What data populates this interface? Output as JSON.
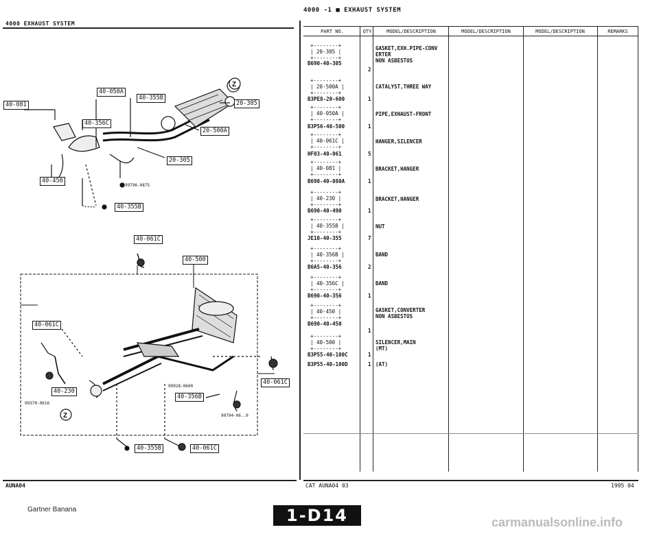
{
  "header": {
    "left_title": "4000 EXHAUST SYSTEM",
    "right_title": "4000 -1 ■ EXHAUST SYSTEM"
  },
  "diagram": {
    "callouts": {
      "c40_050A": "40-050A",
      "c40_355B_top": "40-355B",
      "c20_305_right": "20-305",
      "c20_500A": "20-500A",
      "c40_081": "40-081",
      "c40_356C": "40-356C",
      "c20_305_low": "20-305",
      "c40_450": "40-450",
      "c40_355B_mid": "40-355B",
      "c40_061C_top": "40-061C",
      "c40_500": "40-500",
      "c40_061C_left": "40-061C",
      "c40_230": "40-230",
      "c40_356B": "40-356B",
      "c40_061C_right": "40-061C",
      "c40_355B_bottom": "40-355B",
      "c40_061C_bottom": "40-061C"
    },
    "part_refs": {
      "ref_9979": "99796-0875",
      "ref_9973": "99370-0616",
      "ref_9992": "99928-0600",
      "ref_9079": "90794-06..0"
    },
    "circle_z": "Z"
  },
  "table": {
    "columns": [
      "PART NO.",
      "QTY",
      "MODEL/DESCRIPTION",
      "MODEL/DESCRIPTION",
      "MODEL/DESCRIPTION",
      "REMARKS"
    ],
    "rows": [
      {
        "ref": "20-305",
        "part_no": "B690-40-305",
        "qty": "2",
        "desc": "GASKET,EXH.PIPE-CONV\nERTER\nNON ASBESTOS"
      },
      {
        "ref": "20-500A",
        "part_no": "B3PE8-20-600",
        "qty": "1",
        "desc": "CATALYST,THREE WAY"
      },
      {
        "ref": "40-050A",
        "part_no": "B3P56-40-500",
        "qty": "1",
        "desc": "PIPE,EXHAUST-FRONT"
      },
      {
        "ref": "40-061C",
        "part_no": "HF03-40-061",
        "qty": "5",
        "desc": "HANGER,SILENCER"
      },
      {
        "ref": "40-081",
        "part_no": "B690-40-080A",
        "qty": "1",
        "desc": "BRACKET,HANGER"
      },
      {
        "ref": "40-230",
        "part_no": "B690-40-490",
        "qty": "1",
        "desc": "BRACKET,HANGER"
      },
      {
        "ref": "40-355B",
        "part_no": "JE10-40-355",
        "qty": "7",
        "desc": "NUT"
      },
      {
        "ref": "40-356B",
        "part_no": "B6A5-40-356",
        "qty": "2",
        "desc": "BAND"
      },
      {
        "ref": "40-356C",
        "part_no": "B690-40-356",
        "qty": "1",
        "desc": "BAND"
      },
      {
        "ref": "40-450",
        "part_no": "B690-40-450",
        "qty": "1",
        "desc": "GASKET,CONVERTER\nNON ASBESTOS"
      },
      {
        "ref": "40-500",
        "part_no": "B3P55-40-100C",
        "qty": "1",
        "desc": "SILENCER,MAIN\n(MT)"
      },
      {
        "ref": "",
        "part_no": "B3P55-40-100D",
        "qty": "1",
        "desc": "(AT)"
      }
    ]
  },
  "footer": {
    "left_code": "AUNA04",
    "center_code": "CAT AUNA04 03",
    "right_code": "1995 04",
    "page": "1-D14",
    "watermark_left": "Gartner Banana",
    "watermark_right": "carmanualsonline.info"
  }
}
